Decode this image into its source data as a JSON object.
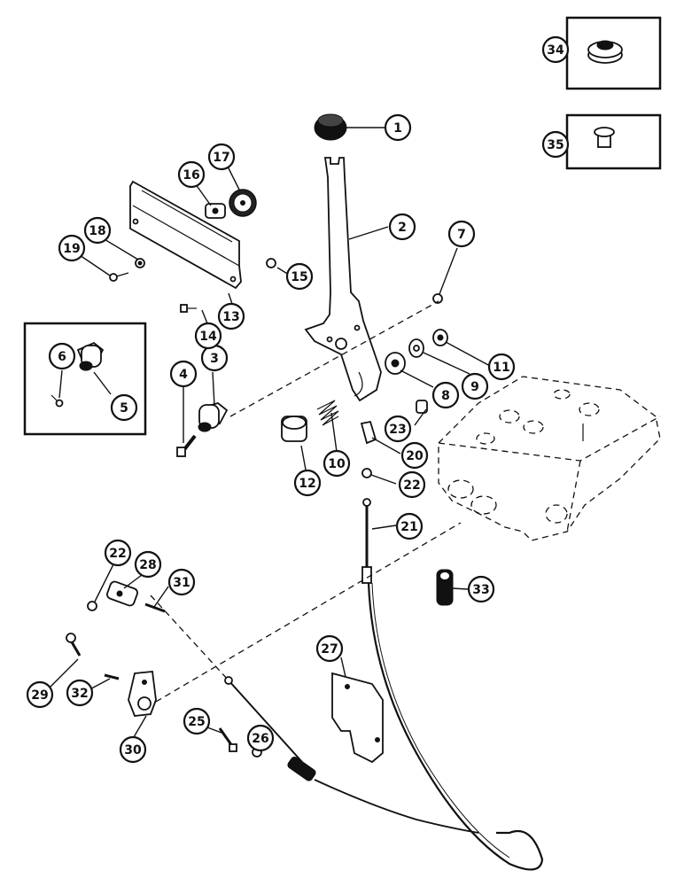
{
  "callouts": [
    {
      "id": "c1",
      "label": "1"
    },
    {
      "id": "c2",
      "label": "2"
    },
    {
      "id": "c3",
      "label": "3"
    },
    {
      "id": "c4",
      "label": "4"
    },
    {
      "id": "c5",
      "label": "5"
    },
    {
      "id": "c6",
      "label": "6"
    },
    {
      "id": "c7",
      "label": "7"
    },
    {
      "id": "c8",
      "label": "8"
    },
    {
      "id": "c9",
      "label": "9"
    },
    {
      "id": "c10",
      "label": "10"
    },
    {
      "id": "c11",
      "label": "11"
    },
    {
      "id": "c12",
      "label": "12"
    },
    {
      "id": "c13",
      "label": "13"
    },
    {
      "id": "c14",
      "label": "14"
    },
    {
      "id": "c15",
      "label": "15"
    },
    {
      "id": "c16",
      "label": "16"
    },
    {
      "id": "c17",
      "label": "17"
    },
    {
      "id": "c18",
      "label": "18"
    },
    {
      "id": "c19",
      "label": "19"
    },
    {
      "id": "c20",
      "label": "20"
    },
    {
      "id": "c21",
      "label": "21"
    },
    {
      "id": "c22a",
      "label": "22"
    },
    {
      "id": "c22b",
      "label": "22"
    },
    {
      "id": "c23",
      "label": "23"
    },
    {
      "id": "c25",
      "label": "25"
    },
    {
      "id": "c26",
      "label": "26"
    },
    {
      "id": "c27",
      "label": "27"
    },
    {
      "id": "c28",
      "label": "28"
    },
    {
      "id": "c29",
      "label": "29"
    },
    {
      "id": "c30",
      "label": "30"
    },
    {
      "id": "c31",
      "label": "31"
    },
    {
      "id": "c32",
      "label": "32"
    },
    {
      "id": "c33",
      "label": "33"
    },
    {
      "id": "c34",
      "label": "34"
    },
    {
      "id": "c35",
      "label": "35"
    }
  ]
}
